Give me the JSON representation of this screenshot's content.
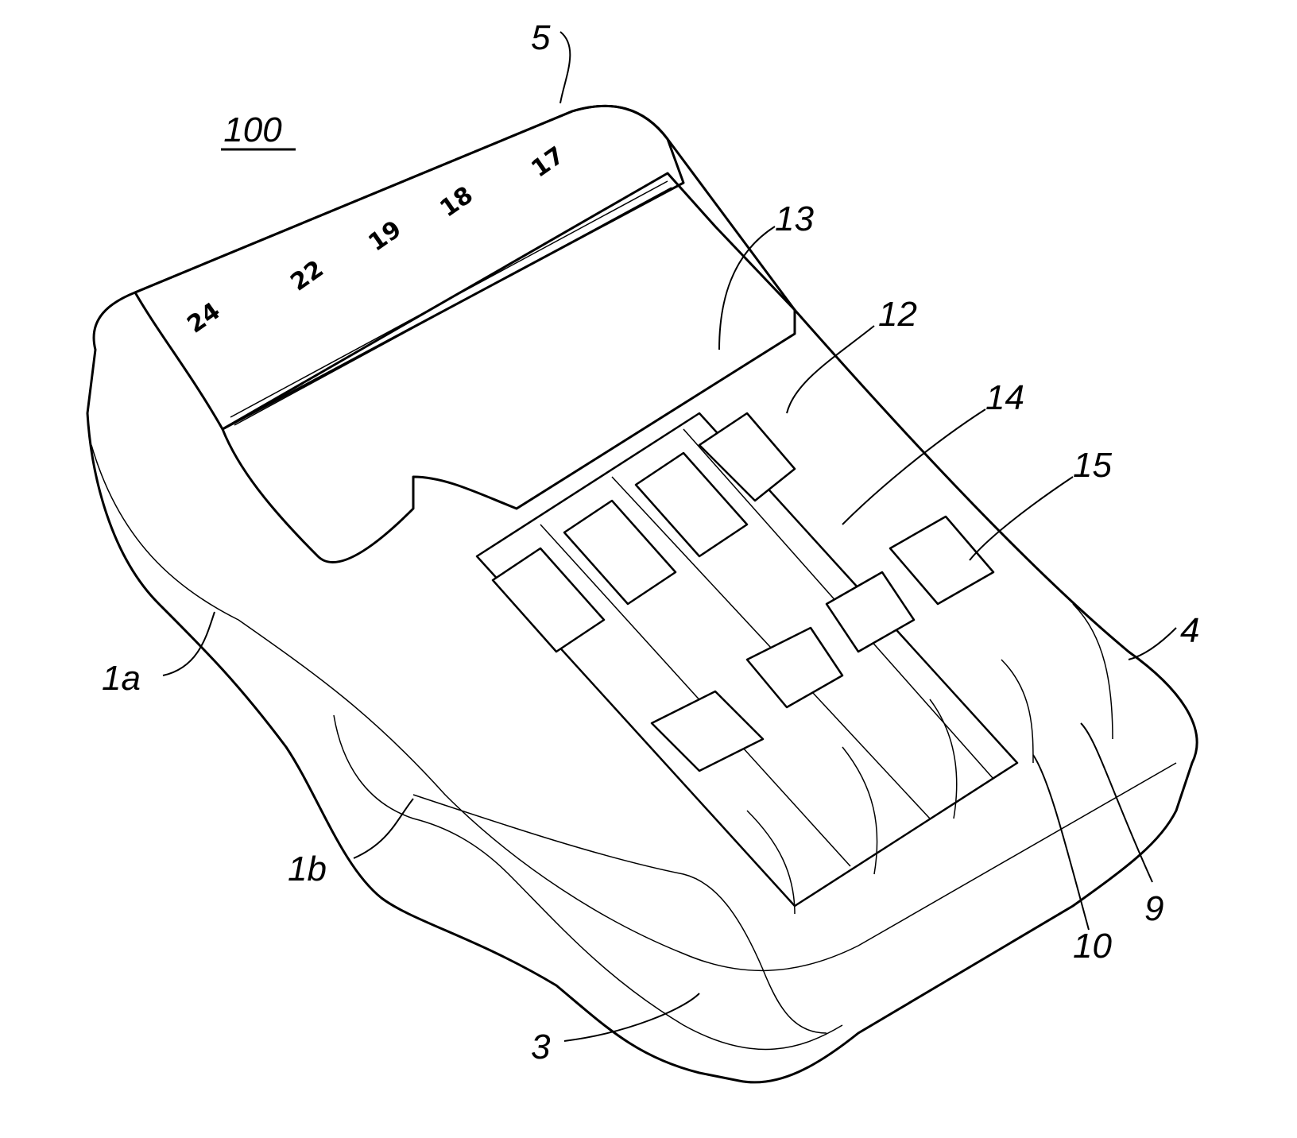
{
  "figure": {
    "reference_number": "100",
    "display_numbers": [
      "24",
      "22",
      "19",
      "18",
      "17"
    ],
    "labels": {
      "housing_upper": "1a",
      "housing_lower": "1b",
      "front_end": "3",
      "side_end": "4",
      "display_panel": "5",
      "terminal_9": "9",
      "terminal_10": "10",
      "partition_12": "12",
      "slot_13": "13",
      "bay_14": "14",
      "contact_15": "15"
    }
  }
}
